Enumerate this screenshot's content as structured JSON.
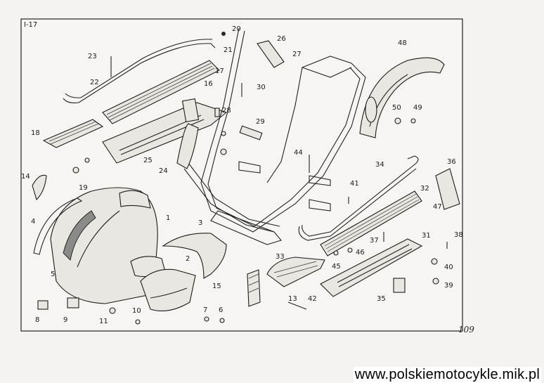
{
  "page_label": "I-17",
  "page_number": "109",
  "footer_url": "www.polskiemotocykle.mik.pl",
  "callouts": [
    "1",
    "2",
    "3",
    "4",
    "5",
    "6",
    "7",
    "8",
    "9",
    "10",
    "11",
    "13",
    "14",
    "15",
    "16",
    "17",
    "18",
    "19",
    "20",
    "21",
    "22",
    "23",
    "24",
    "25",
    "26",
    "27",
    "28",
    "29",
    "30",
    "31",
    "32",
    "33",
    "34",
    "35",
    "36",
    "37",
    "38",
    "39",
    "40",
    "41",
    "42",
    "44",
    "45",
    "46",
    "47",
    "48",
    "49",
    "50"
  ]
}
